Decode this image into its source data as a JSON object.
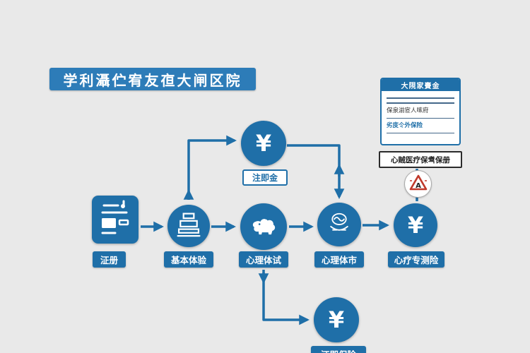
{
  "colors": {
    "background": "#e9e9e9",
    "primary_blue": "#1f6fa8",
    "banner_blue": "#2d7cb8",
    "caption_border": "#2b2b2b",
    "warning_red": "#c0392b",
    "white": "#ffffff"
  },
  "title": {
    "text": "学利灄伫宥友亱大闸区院"
  },
  "nodes": {
    "register": {
      "label": "泟册",
      "icon": "form-document-icon"
    },
    "basic": {
      "label": "基本体验",
      "icon": "printer-icon"
    },
    "test1": {
      "label": "心理体试",
      "icon": "lion-icon"
    },
    "test2": {
      "label": "心理体市",
      "icon": "brain-hands-icon"
    },
    "premium": {
      "label": "心疗专测险",
      "symbol": "¥"
    },
    "fee_top": {
      "label": "注即金",
      "symbol": "¥"
    },
    "fee_bottom": {
      "label": "泟即保险",
      "symbol": "¥"
    }
  },
  "card": {
    "header": "大䧋家䝴金",
    "lines": [
      "保泉湔宧人㗪府",
      "劣庋仒外保险"
    ],
    "caption": "心贼医疗保䎞保册"
  },
  "warning": {
    "letter": "A"
  }
}
